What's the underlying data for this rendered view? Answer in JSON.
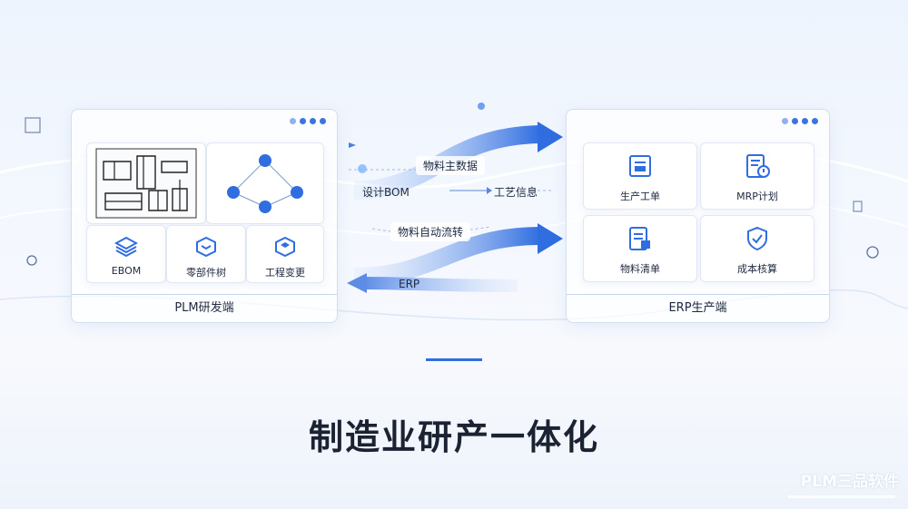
{
  "plm_panel": {
    "footer": "PLM研发端",
    "modules": [
      {
        "label": "EBOM",
        "icon": "layers-icon"
      },
      {
        "label": "零部件树",
        "icon": "box-icon"
      },
      {
        "label": "工程变更",
        "icon": "stack-icon"
      }
    ]
  },
  "erp_panel": {
    "footer": "ERP生产端",
    "modules": [
      {
        "label": "生产工单",
        "icon": "work-order-icon"
      },
      {
        "label": "MRP计划",
        "icon": "mrp-plan-icon"
      },
      {
        "label": "物料清单",
        "icon": "bill-of-materials-icon"
      },
      {
        "label": "成本核算",
        "icon": "shield-check-icon"
      }
    ]
  },
  "flows": {
    "material_master": "物料主数据",
    "design_bom": "设计BOM",
    "process_info": "工艺信息",
    "auto_flow": "物料自动流转",
    "erp": "ERP"
  },
  "title": "制造业研产一体化",
  "watermark": "PLM三品软件",
  "colors": {
    "accent": "#2f6de0",
    "text": "#1b2333"
  }
}
